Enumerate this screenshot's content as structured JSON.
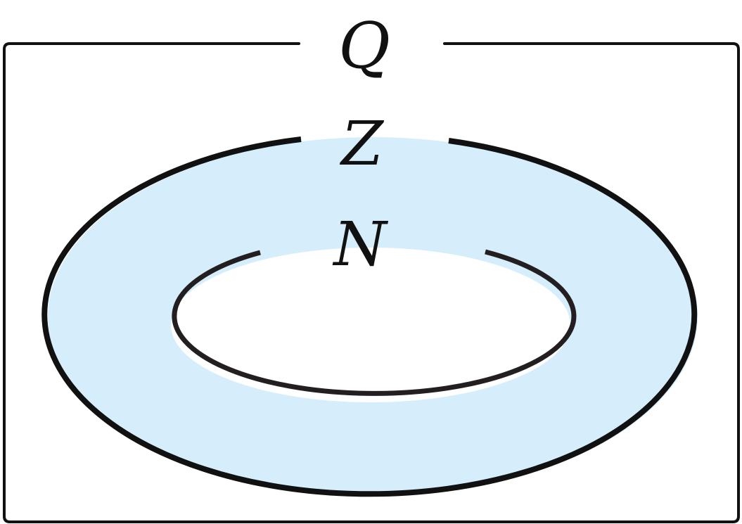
{
  "labels": {
    "outer": "Q",
    "middle": "Z",
    "inner": "N"
  },
  "colors": {
    "ring_fill": "#d6eefb",
    "stroke": "#111111",
    "inner_stroke": "#231f20",
    "background": "#ffffff"
  }
}
